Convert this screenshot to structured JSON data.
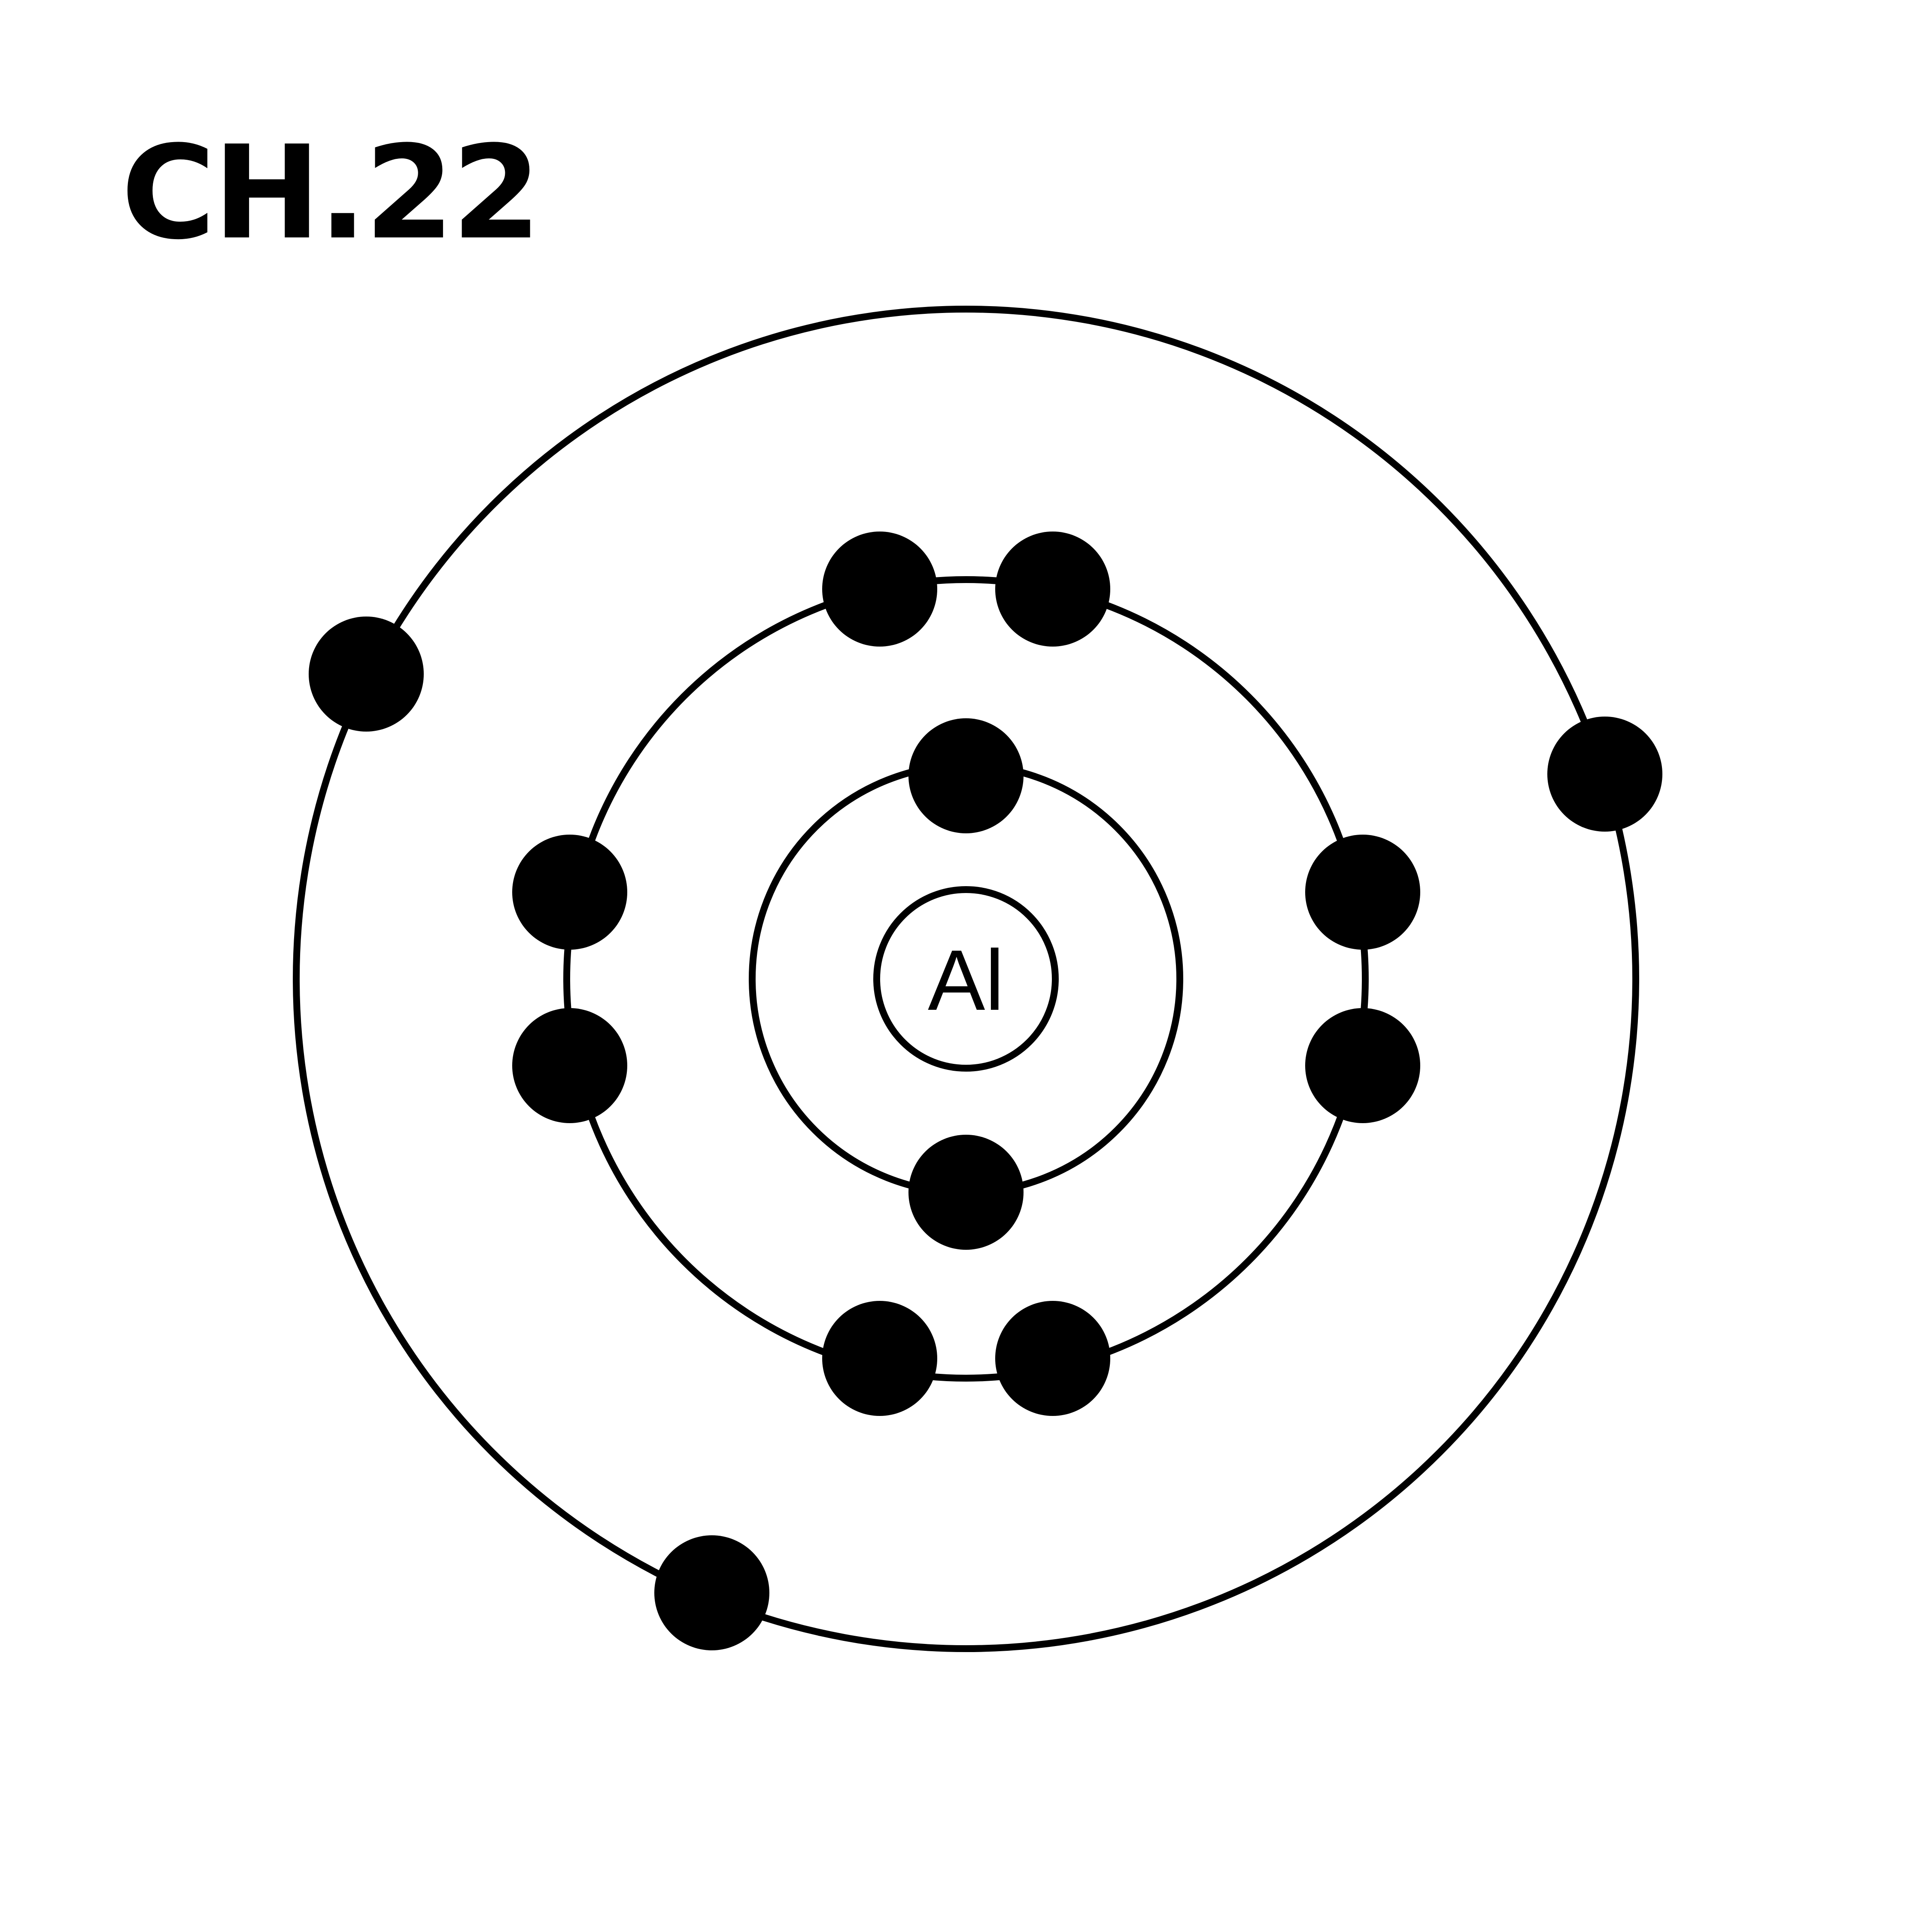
{
  "header": {
    "chapter": "CH.22"
  },
  "atom": {
    "symbol": "Al",
    "shells": [
      {
        "name": "shell-1",
        "electron_count": 2
      },
      {
        "name": "shell-2",
        "electron_count": 8
      },
      {
        "name": "shell-3",
        "electron_count": 3
      }
    ]
  },
  "colors": {
    "ink": "#000000",
    "background": "#ffffff"
  }
}
